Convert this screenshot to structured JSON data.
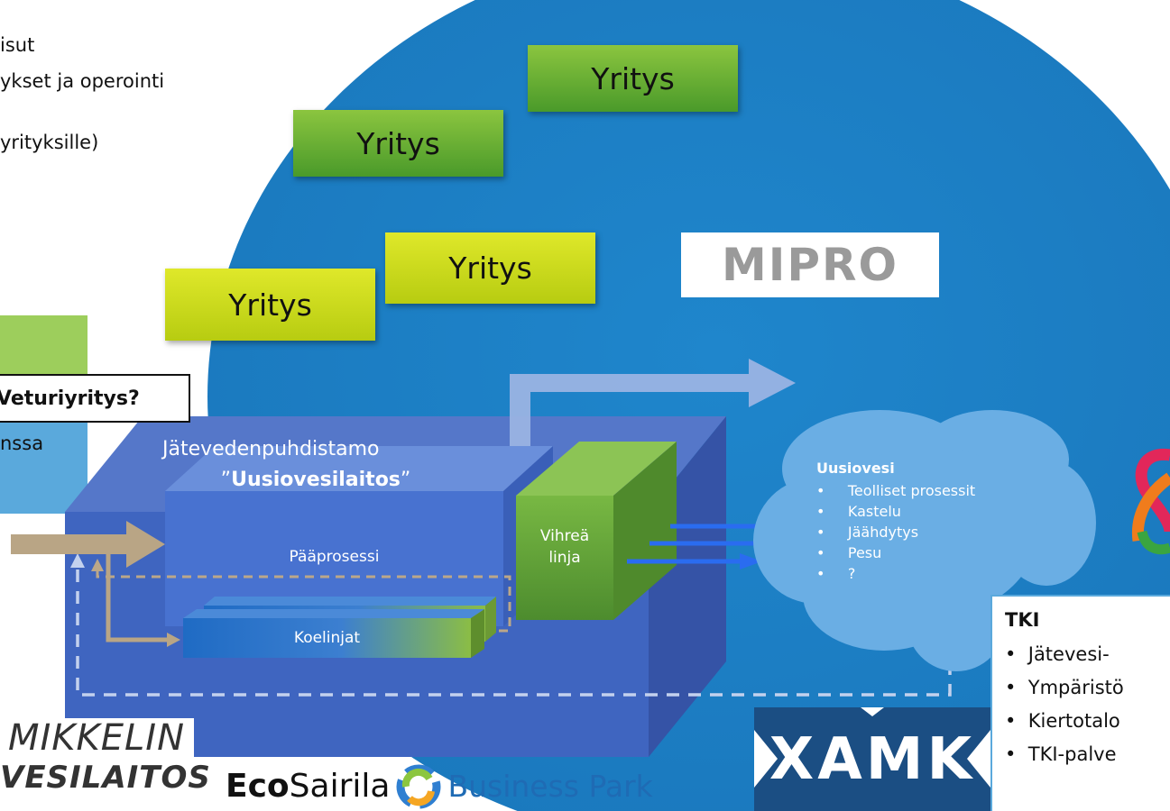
{
  "top_lines": [
    "isut",
    "ykset ja operointi",
    "yrityksille)"
  ],
  "companies": {
    "company_1": "Yritys",
    "company_2": "Yritys",
    "company_3": "Yritys",
    "company_4": "Yritys"
  },
  "mipro_logo": "MIPRO",
  "left_panel": {
    "callout": "Veturiyritys?",
    "partial_text": "nssa"
  },
  "plant": {
    "title_line1": "Jätevedenpuhdistamo",
    "title_quote_open": "”",
    "title_bold": "Uusiovesilaitos",
    "title_quote_close": "”",
    "main_process": "Pääprosessi",
    "green_line_1": "Vihreä",
    "green_line_2": "linja",
    "test_lines": "Koelinjat"
  },
  "cloud": {
    "title": "Uusiovesi",
    "items": [
      "Teolliset prosessit",
      "Kastelu",
      "Jäähdytys",
      "Pesu",
      "?"
    ]
  },
  "tki": {
    "title": "TKI",
    "items": [
      "Jätevesi-",
      "Ympäristö",
      "Kiertotalo",
      "TKI-palve"
    ]
  },
  "logos": {
    "mikkelin_line1": "MIKKELIN",
    "mikkelin_line2": "VESILAITOS",
    "ecosairila_eco": "Eco",
    "ecosairila_sairila": "Sairila",
    "ecosairila_business": "Business Park",
    "xamk": "XAMK"
  },
  "colors": {
    "ellipse": "#1f7fc4",
    "box_front": "#3f68c4",
    "green_box": "#6aa83c",
    "cloud": "#6aaee4",
    "arrow_tan": "#bba789",
    "arrow_blue": "#2a6cf0"
  }
}
